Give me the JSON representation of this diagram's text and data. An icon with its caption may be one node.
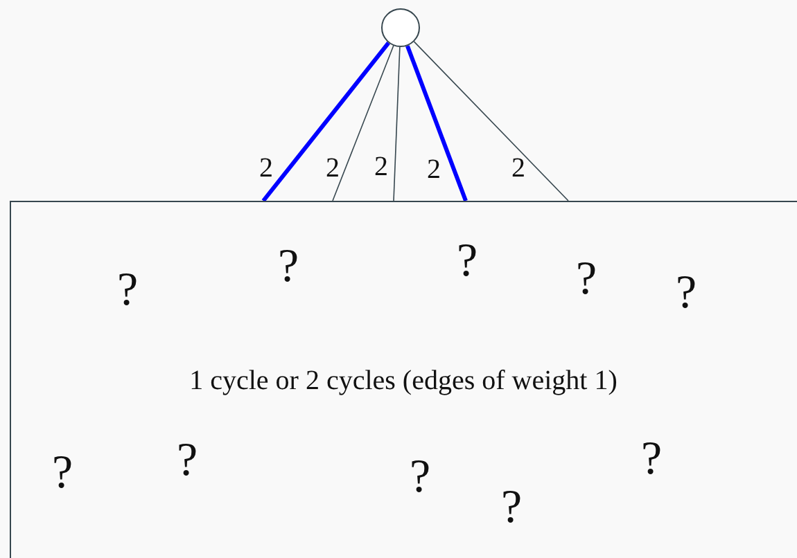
{
  "diagram": {
    "nodes": [
      {
        "text": [],
        "shape": "circle"
      },
      {
        "text": [
          "1 cycle or 2 cycles (edges of weight 1)"
        ]
      }
    ],
    "edges": [
      {
        "from": 0,
        "to": 1,
        "arrow": "none",
        "label": "2",
        "style": "thick",
        "color": "#0000ff"
      },
      {
        "from": 0,
        "to": 1,
        "arrow": "none",
        "label": "2"
      },
      {
        "from": 0,
        "to": 1,
        "arrow": "none",
        "label": "2"
      },
      {
        "from": 0,
        "to": 1,
        "arrow": "none",
        "label": "2",
        "style": "thick",
        "color": "#0000ff"
      },
      {
        "from": 0,
        "to": 1,
        "arrow": "none",
        "label": "2"
      }
    ],
    "labels": [
      "?",
      "?",
      "?",
      "?",
      "?",
      "?",
      "?",
      "?",
      "?",
      "?"
    ]
  }
}
